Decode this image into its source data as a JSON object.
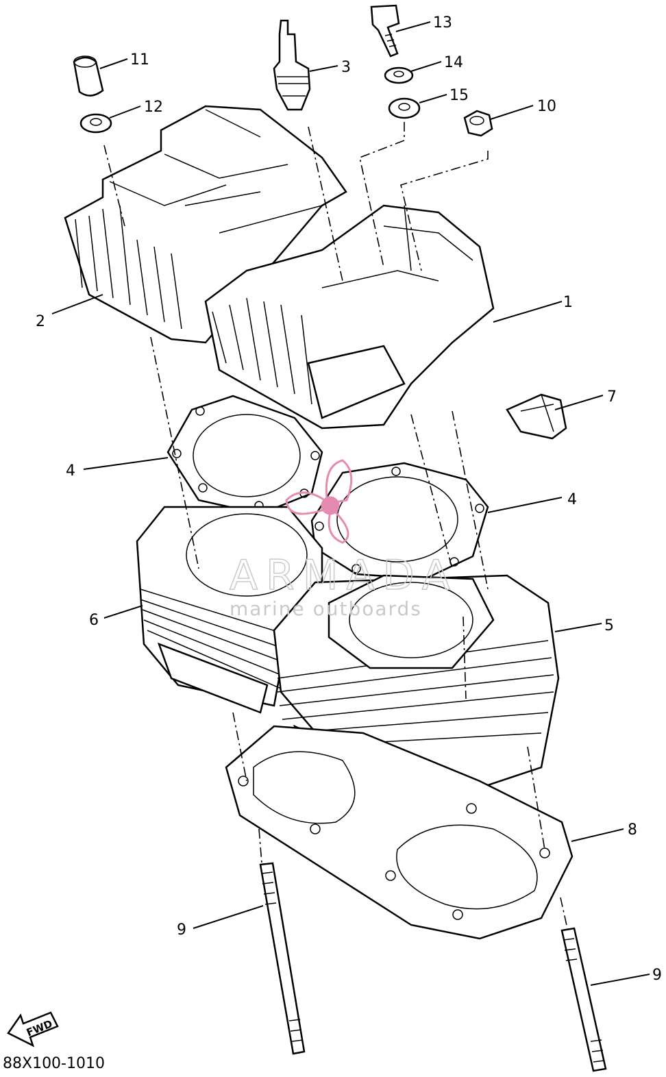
{
  "diagram": {
    "part_numbers": [
      "1",
      "2",
      "3",
      "4",
      "4",
      "5",
      "6",
      "7",
      "8",
      "9",
      "9",
      "10",
      "11",
      "12",
      "13",
      "14",
      "15"
    ],
    "fwd_label": "FWD",
    "caption": "88X100-1010"
  },
  "watermark": {
    "brand": "ARMADA",
    "tagline": "marine outboards",
    "logo_color": "#e58ab0"
  }
}
